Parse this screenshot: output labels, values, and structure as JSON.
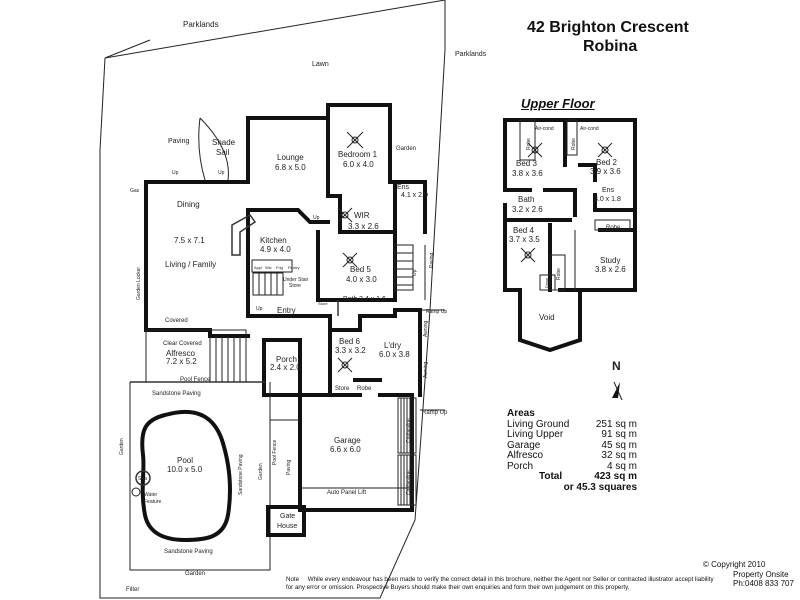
{
  "header": {
    "address_line1": "42 Brighton Crescent",
    "address_line2": "Robina",
    "upper_floor_title": "Upper Floor"
  },
  "outside": {
    "parklands_top": "Parklands",
    "parklands_right": "Parklands",
    "lawn": "Lawn",
    "paving": "Paving",
    "shade_sail": [
      "Shade",
      "Sail"
    ],
    "gas": "Gas",
    "garden_top": "Garden",
    "garden_left": "Garden",
    "garden_mid": "Garden",
    "garden_bottom": "Garden",
    "sandstone_paving_top": "Sandstone Paving",
    "sandstone_paving_side": "Sandstone Paving",
    "sandstone_paving_bottom": "Sandstone Paving",
    "pool_fence_h": "Pool Fence",
    "pool_fence_v": "Pool Fence",
    "paving_side": "Paving",
    "paving_right": "Paving",
    "filter": "Filter",
    "garden_lock": "Garden Locker",
    "clothesline1": "Clothesline",
    "clothesline2": "Clothesline",
    "ramp_up1": "Ramp Up",
    "ramp_up2": "Ramp Up",
    "awning1": "Awning",
    "awning2": "Awning",
    "up1": "Up",
    "up2": "Up",
    "up3": "Up",
    "up4": "Up",
    "up5": "Up"
  },
  "ground_rooms": {
    "lounge": {
      "name": "Lounge",
      "size": "6.8 x 5.0"
    },
    "bed1": {
      "name": "Bedroom 1",
      "size": "6.0 x 4.0"
    },
    "ens": {
      "name": "Ens",
      "size": "4.1 x 2.0"
    },
    "wir": {
      "name": "WIR",
      "size": "3.3 x 2.6"
    },
    "dining": {
      "name": "Dining"
    },
    "living": {
      "name": "Living / Family",
      "size": "7.5 x 7.1"
    },
    "kitchen": {
      "name": "Kitchen",
      "size": "4.9 x 4.0"
    },
    "bed5": {
      "name": "Bed 5",
      "size": "4.0 x 3.0"
    },
    "bath": {
      "name": "Bath",
      "size": "3.4 x 1.6"
    },
    "entry": {
      "name": "Entry"
    },
    "under_stair": [
      "Under Stair",
      "Store"
    ],
    "store1": "Store",
    "store2": "Store",
    "robe": "Robe",
    "wic": "Wic",
    "fridge": "Frig",
    "pantry": "Pantry",
    "appl": "Appl",
    "covered": "Covered",
    "clear_covered": "Clear Covered",
    "alfresco": {
      "name": "Alfresco",
      "size": "7.2 x 5.2"
    },
    "porch": {
      "name": "Porch",
      "size": "2.4 x 2.0"
    },
    "bed6": {
      "name": "Bed 6",
      "size": "3.3 x 3.2"
    },
    "ldry": {
      "name": "L'dry",
      "size": "6.0 x 3.8"
    },
    "garage": {
      "name": "Garage",
      "size": "6.6 x 6.0"
    },
    "auto_panel": "Auto Panel Lift",
    "pool": {
      "name": "Pool",
      "size": "10.0 x 5.0"
    },
    "spa": "Spa",
    "water_feature": [
      "Water",
      "Feature"
    ],
    "gate_house": [
      "Gate",
      "House"
    ]
  },
  "upper_rooms": {
    "bed3": {
      "name": "Bed 3",
      "size": "3.8 x 3.6"
    },
    "bed2": {
      "name": "Bed 2",
      "size": "3.9 x 3.6"
    },
    "ens": {
      "name": "Ens",
      "size": "3.0 x 1.8"
    },
    "bath": {
      "name": "Bath",
      "size": "3.2 x 2.6"
    },
    "bed4": {
      "name": "Bed 4",
      "size": "3.7 x 3.5"
    },
    "study": {
      "name": "Study",
      "size": "3.8 x 2.6"
    },
    "void": "Void",
    "robe1": "Robe",
    "robe2": "Robe",
    "robe3": "Robe",
    "robe4": "Robe",
    "air_cond1": "Air-cond",
    "air_cond2": "Air-cond",
    "down": "Down",
    "north": "N"
  },
  "areas": {
    "heading": "Areas",
    "rows": [
      {
        "label": "Living Ground",
        "value": "251 sq m"
      },
      {
        "label": "Living Upper",
        "value": "91 sq m"
      },
      {
        "label": "Garage",
        "value": "45 sq m"
      },
      {
        "label": "Alfresco",
        "value": "32 sq m"
      },
      {
        "label": "Porch",
        "value": "4 sq m"
      }
    ],
    "total_label": "Total",
    "total_value": "423 sq m",
    "squares": "or 45.3 squares"
  },
  "footer": {
    "note_label": "Note",
    "note_text": "While every endeavour has been made to verify the correct detail in this brochure, neither the Agent nor Seller or contracted illustrator accept liability for any error or omission. Prospective Buyers should make their own enquiries and form their own judgement on this property.",
    "copyright": "Copyright 2010",
    "company": "Property Onsite",
    "phone": "Ph:0408 833 707"
  }
}
